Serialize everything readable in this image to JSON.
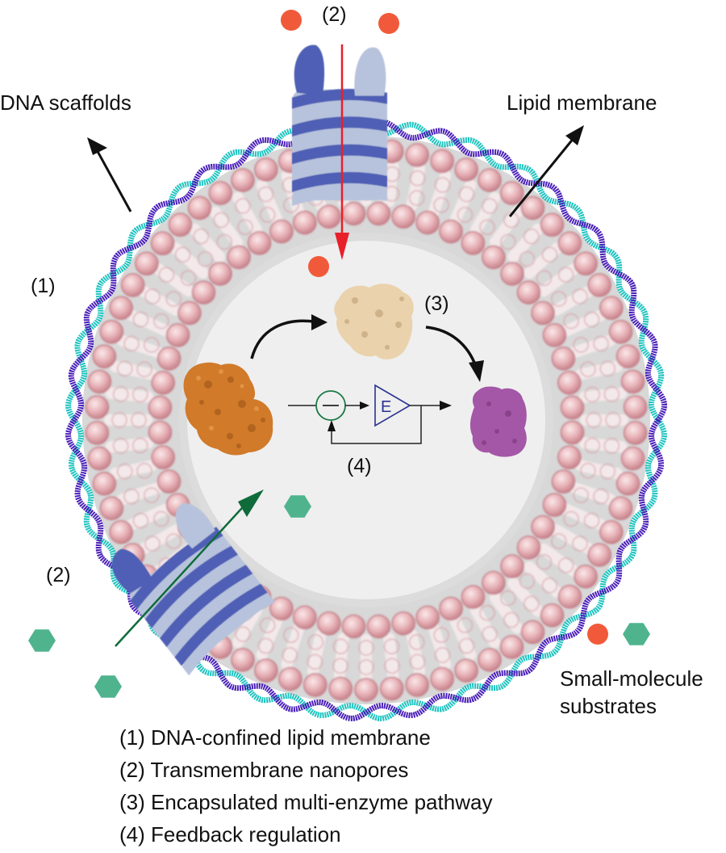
{
  "figure": {
    "labels": {
      "dna_scaffolds": "DNA scaffolds",
      "lipid_membrane": "Lipid membrane",
      "small_molecule_substrates_line1": "Small-molecule",
      "small_molecule_substrates_line2": "substrates",
      "marker_1": "(1)",
      "marker_2_top": "(2)",
      "marker_2_left": "(2)",
      "marker_3": "(3)",
      "marker_4": "(4)",
      "amplifier_symbol": "E"
    },
    "legend": [
      "(1) DNA-confined lipid membrane",
      "(2) Transmembrane nanopores",
      "(3) Encapsulated multi-enzyme pathway",
      "(4) Feedback regulation"
    ],
    "components": {
      "vesicle": "lipid-bilayer-vesicle",
      "scaffold": "dna-double-helix-ring",
      "nanopores": [
        "dna-nanopore-top",
        "dna-nanopore-bottom-left"
      ],
      "enzymes": [
        "enzyme-1-orange",
        "enzyme-2-tan",
        "enzyme-3-purple"
      ],
      "substrates": [
        "orange-circle-molecule",
        "green-hexagon-molecule"
      ]
    },
    "colors": {
      "dna_strand_a": "#4a1fb8",
      "dna_strand_b": "#1fc4c0",
      "lipid_pink": "#d99aa2",
      "lumen": "#efefef",
      "nanopore_dark": "#4f5fb5",
      "nanopore_light": "#b7c3dc",
      "substrate_orange": "#f05a3a",
      "substrate_green": "#4fb48e",
      "red_arrow": "#e8202a",
      "green_arrow": "#0f6b3a",
      "enzyme_orange": "#d07a2a",
      "enzyme_tan": "#e8cfa8",
      "enzyme_purple": "#a457a6",
      "comparator_green": "#1c7a42",
      "amplifier_blue": "#2a3390"
    }
  }
}
